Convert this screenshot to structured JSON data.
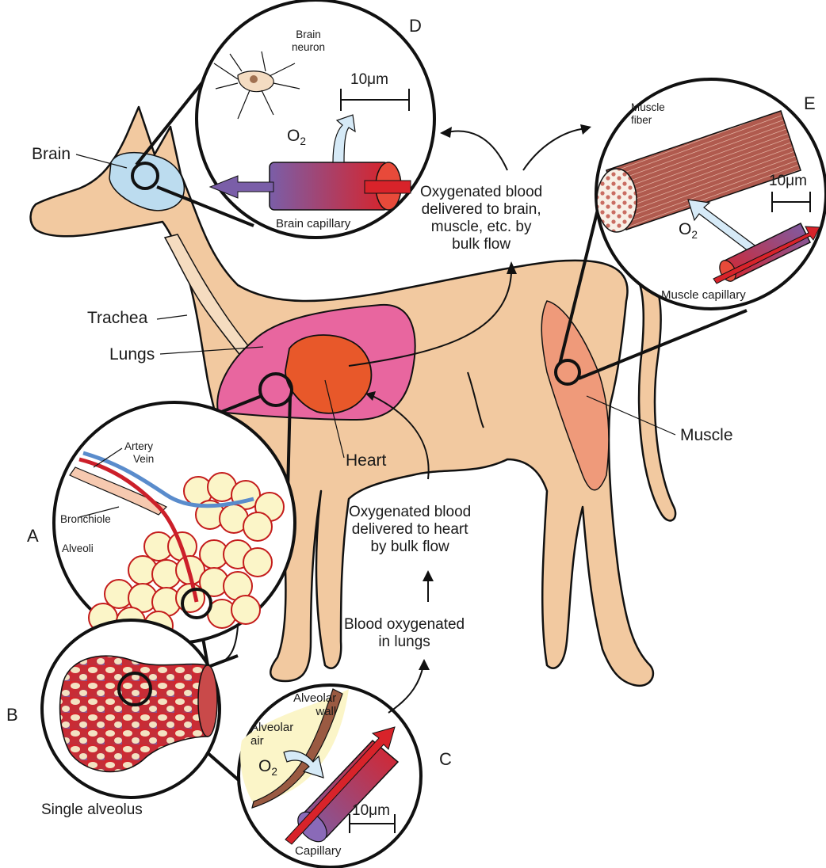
{
  "labels": {
    "brain": "Brain",
    "trachea": "Trachea",
    "lungs": "Lungs",
    "heart": "Heart",
    "muscle": "Muscle",
    "artery": "Artery",
    "vein": "Vein",
    "bronchiole": "Bronchiole",
    "alveoli": "Alveoli",
    "single_alveolus": "Single alveolus",
    "brain_neuron": "Brain\nneuron",
    "brain_capillary": "Brain capillary",
    "muscle_fiber": "Muscle\nfiber",
    "muscle_capillary": "Muscle capillary",
    "alveolar_wall": "Alveolar\nwall",
    "alveolar_air": "Alveolar\nair",
    "capillary": "Capillary",
    "o2_base": "O",
    "o2_sub": "2"
  },
  "scale_bars": {
    "d": "10μm",
    "e": "10μm",
    "c": "10μm"
  },
  "panel_letters": [
    "A",
    "B",
    "C",
    "D",
    "E"
  ],
  "flow_text": {
    "to_brain_muscle": "Oxygenated blood\ndelivered to brain,\nmuscle, etc. by\nbulk flow",
    "to_heart": "Oxygenated blood\ndelivered to heart\nby bulk flow",
    "oxygenated_in_lungs": "Blood oxygenated\nin lungs"
  },
  "colors": {
    "dog_body": "#f2c9a0",
    "lungs": "#e8669f",
    "heart": "#e8582a",
    "brain": "#bcdcef",
    "muscle": "#ef9a7a",
    "alveoli": "#fbf5c8",
    "artery": "#cc1f2a",
    "vein": "#5a8ccc",
    "capillary_red": "#d8232a",
    "capillary_purple": "#7a5ea8",
    "oxygen_arrow": "#d6eaf7",
    "muscle_fiber": "#a0544a",
    "outline": "#111111"
  }
}
